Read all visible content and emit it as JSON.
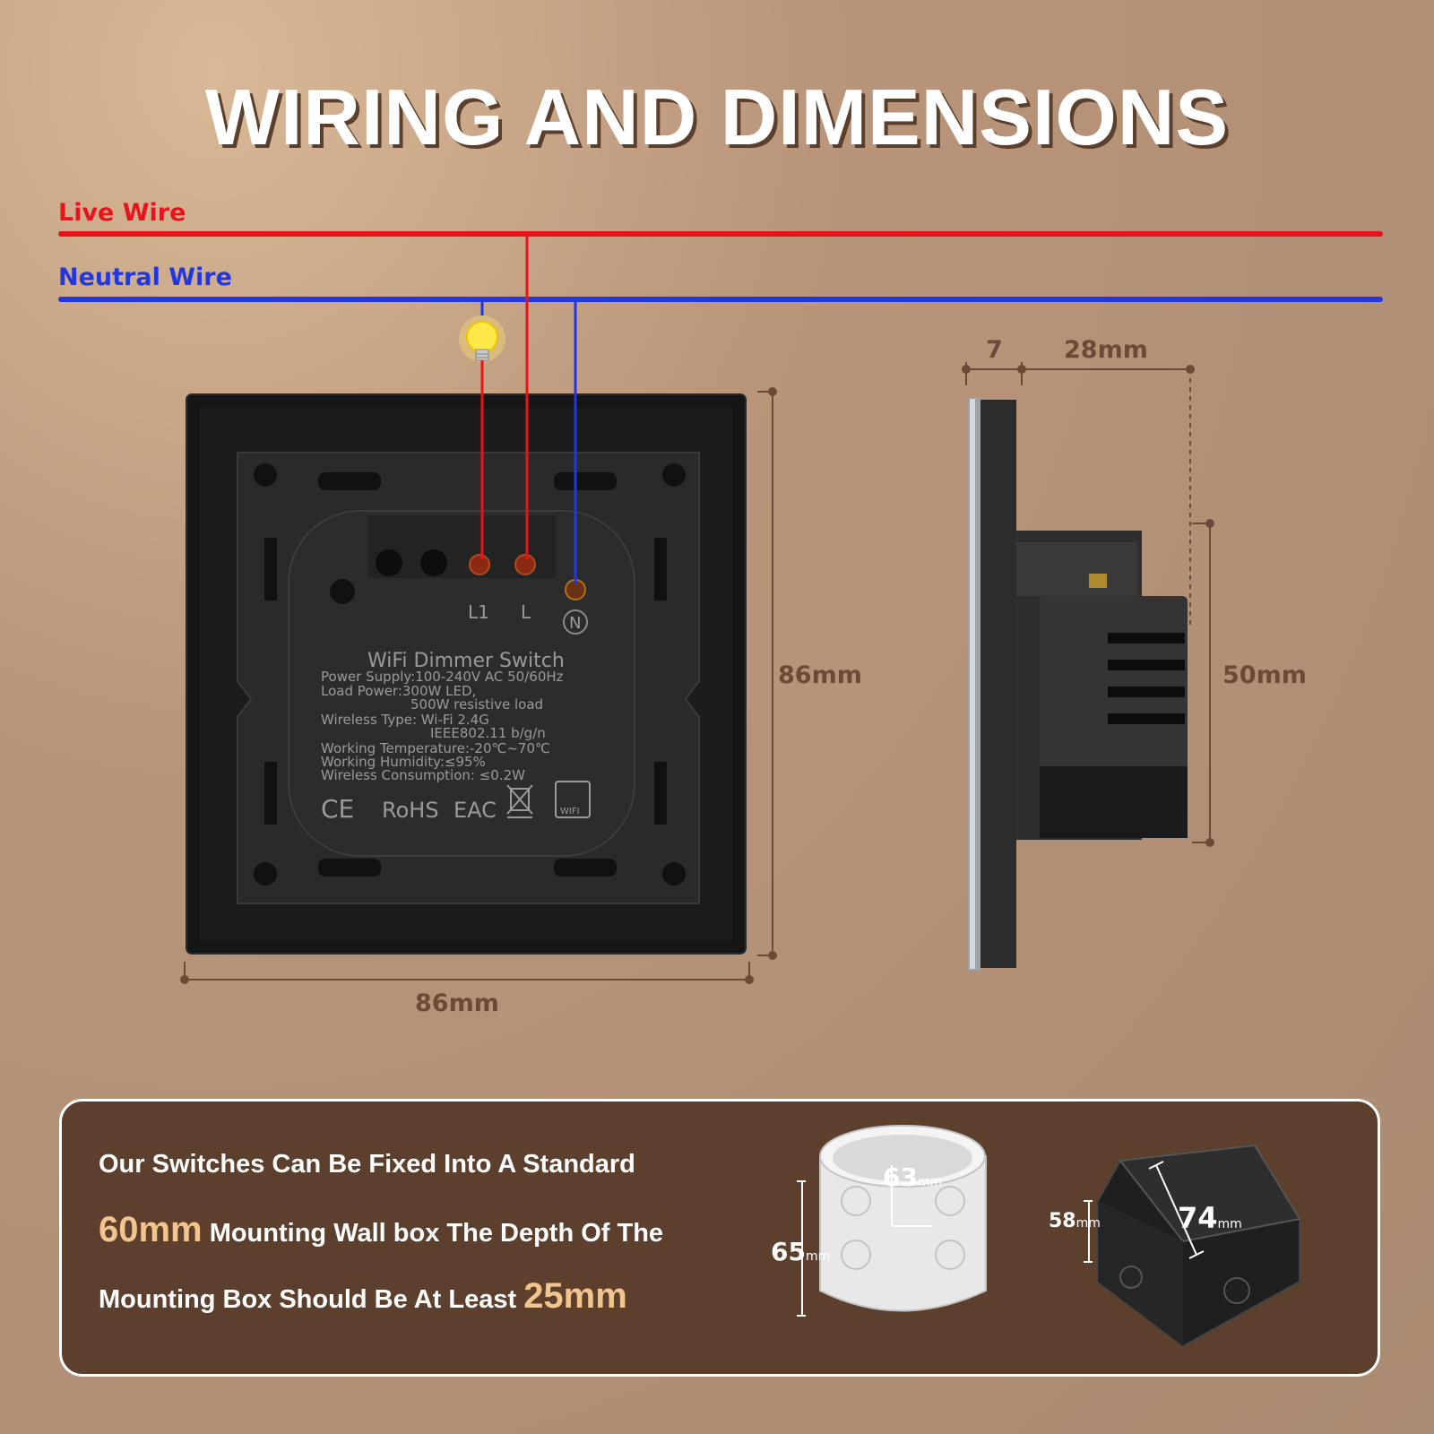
{
  "title": "WIRING AND DIMENSIONS",
  "wires": {
    "live": {
      "label": "Live Wire",
      "color": "#e8141c"
    },
    "neutral": {
      "label": "Neutral Wire",
      "color": "#2237e0"
    }
  },
  "terminals": {
    "l1": "L1",
    "l": "L",
    "n": "N"
  },
  "spec_label": {
    "title": "WiFi Dimmer Switch",
    "lines": [
      "Power Supply:100-240V AC 50/60Hz",
      "Load Power:300W LED,",
      "500W resistive load",
      "Wireless Type: Wi-Fi 2.4G",
      "IEEE802.11 b/g/n",
      "Working Temperature:-20℃~70℃",
      "Working Humidity:≤95%",
      "Wireless Consumption: ≤0.2W"
    ],
    "certs": {
      "ce": "CE",
      "rohs": "RoHS",
      "eac": "EAC",
      "wifi": "WIFI"
    }
  },
  "dimensions": {
    "front_width": "86mm",
    "front_height": "86mm",
    "side_panel": "7",
    "side_depth": "28mm",
    "side_body": "50mm"
  },
  "note": {
    "line1": "Our Switches Can Be Fixed Into A Standard",
    "highlight1": "60mm",
    "line2": "Mounting Wall box The Depth Of The",
    "line3": "Mounting Box Should Be At Least",
    "highlight2": "25mm"
  },
  "round_box": {
    "diameter": "63",
    "height": "65",
    "unit": "mm"
  },
  "square_box": {
    "width": "74",
    "height": "58",
    "unit": "mm"
  }
}
